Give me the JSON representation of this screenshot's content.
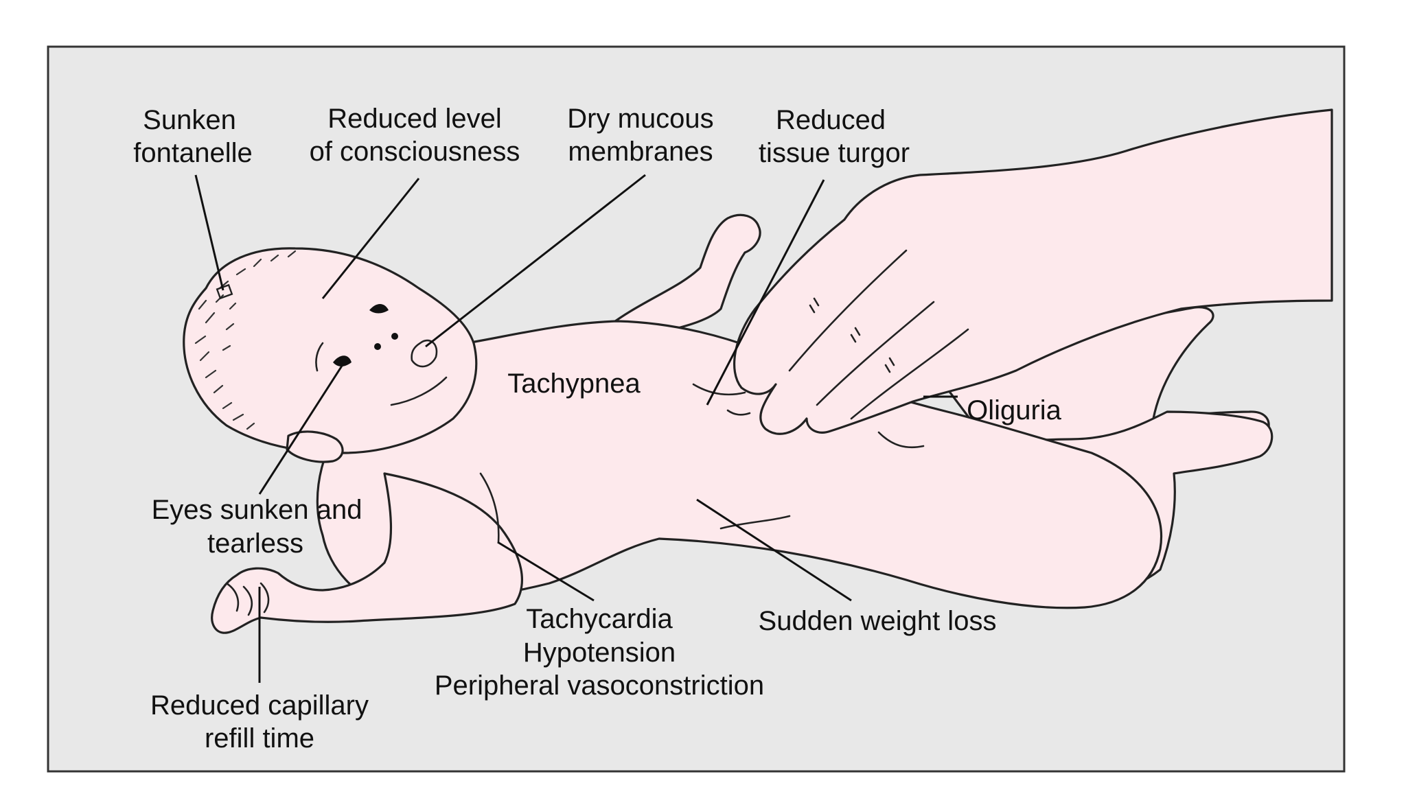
{
  "colors": {
    "background": "#e8e8e8",
    "frame": "#333333",
    "skin": "#fde9ec",
    "line": "#111111"
  },
  "labels": {
    "sunken_fontanelle": [
      "Sunken",
      "fontanelle"
    ],
    "reduced_consciousness": [
      "Reduced level",
      "of consciousness"
    ],
    "dry_mucous": [
      "Dry mucous",
      "membranes"
    ],
    "tissue_turgor": [
      "Reduced",
      "tissue turgor"
    ],
    "tachypnea": [
      "Tachypnea"
    ],
    "oliguria": [
      "Oliguria"
    ],
    "eyes_sunken": [
      "Eyes sunken and",
      "tearless"
    ],
    "tachycardia_group": [
      "Tachycardia",
      "Hypotension",
      "Peripheral vasoconstriction"
    ],
    "weight_loss": [
      "Sudden weight loss"
    ],
    "capillary_refill": [
      "Reduced capillary",
      "refill time"
    ]
  }
}
